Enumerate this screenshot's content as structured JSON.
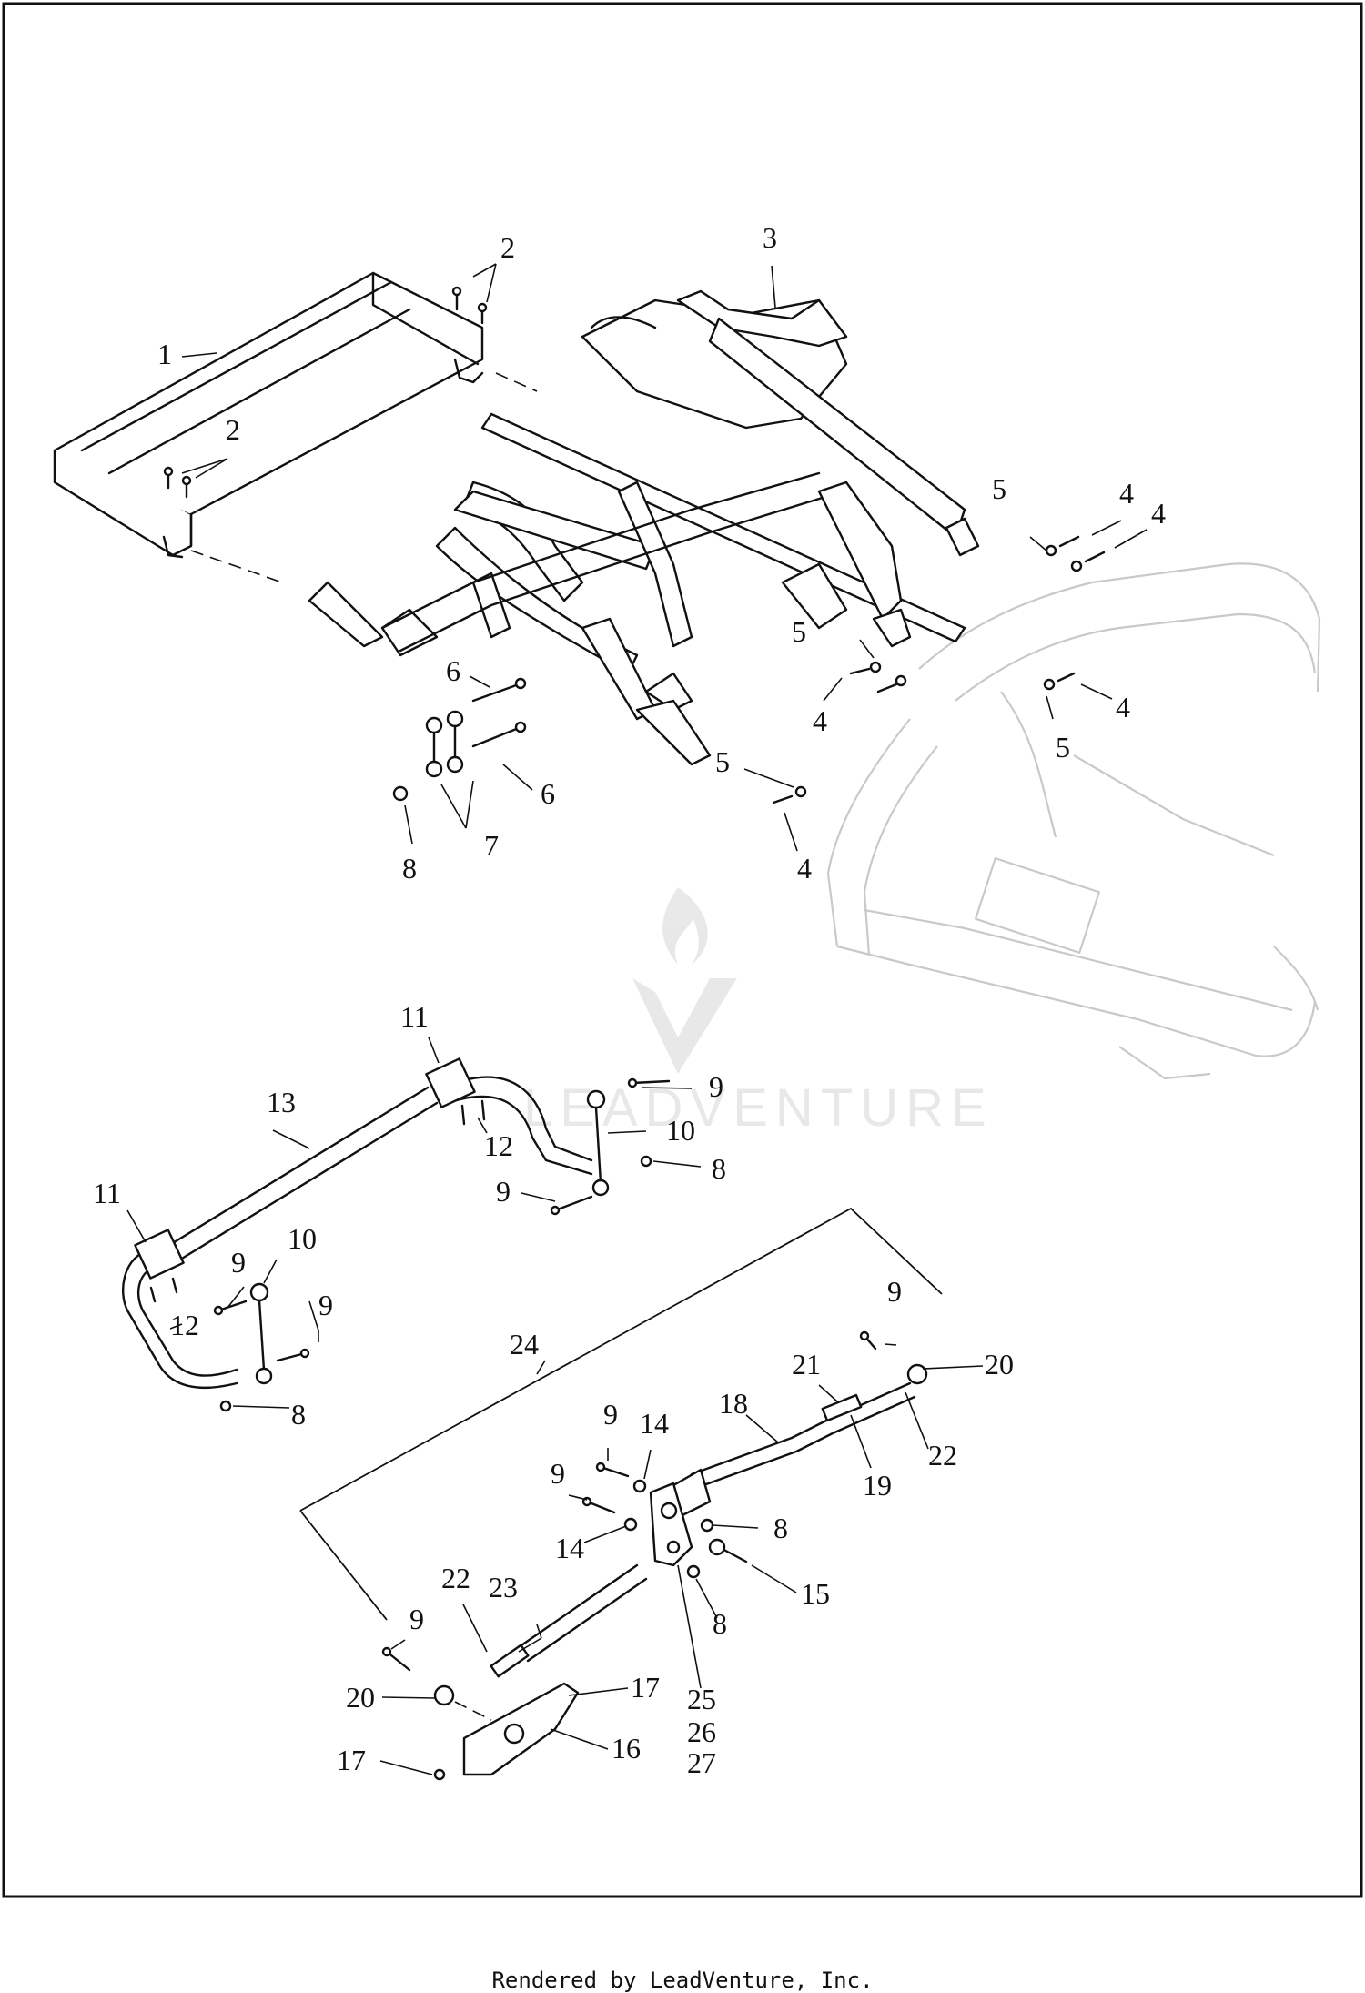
{
  "callouts": {
    "c1": "1",
    "c2a": "2",
    "c2b": "2",
    "c3": "3",
    "c4a": "4",
    "c4b": "4",
    "c4c": "4",
    "c4d": "4",
    "c4e": "4",
    "c5a": "5",
    "c5b": "5",
    "c5c": "5",
    "c5d": "5",
    "c6a": "6",
    "c6b": "6",
    "c7": "7",
    "c8a": "8",
    "c11a": "11",
    "c13": "13",
    "c9a": "9",
    "c10a": "10",
    "c12a": "12",
    "c8b": "8",
    "c9b": "9",
    "c11b": "11",
    "c10b": "10",
    "c9c": "9",
    "c9d": "9",
    "c12b": "12",
    "c8c": "8",
    "c24": "24",
    "c9e": "9",
    "c20a": "20",
    "c21": "21",
    "c18": "18",
    "c22a": "22",
    "c19": "19",
    "c9f": "9",
    "c14a": "14",
    "c9g": "9",
    "c8d": "8",
    "c14b": "14",
    "c15": "15",
    "c8e": "8",
    "c22b": "22",
    "c23": "23",
    "c9h": "9",
    "c17a": "17",
    "c20b": "20",
    "c25": "25",
    "c26": "26",
    "c27": "27",
    "c16": "16",
    "c17b": "17"
  },
  "watermark": {
    "text": "LEADVENTURE"
  },
  "footer": {
    "text": "Rendered by LeadVenture, Inc."
  }
}
